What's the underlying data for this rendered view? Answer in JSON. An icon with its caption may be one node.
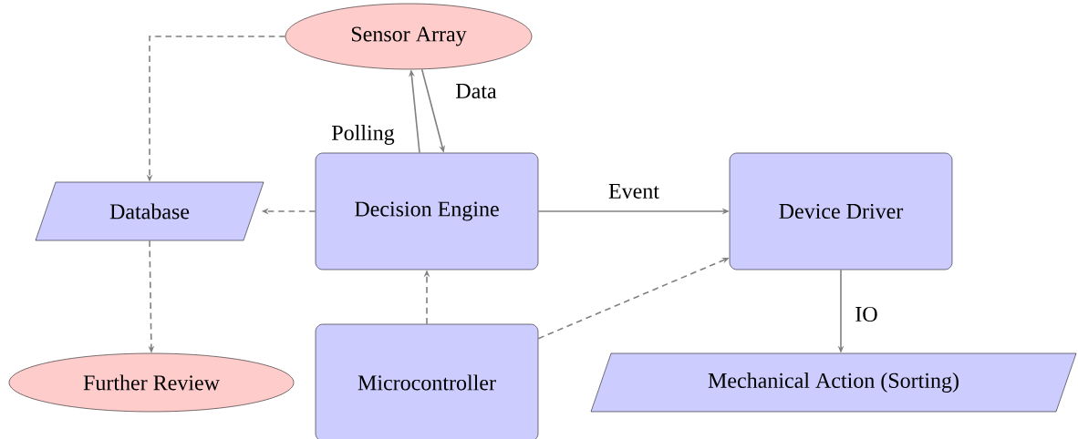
{
  "diagram": {
    "nodes": [
      {
        "text": [
          "Sensor Array"
        ]
      },
      {
        "text": [
          "Database"
        ]
      },
      {
        "text": [
          "Decision Engine"
        ]
      },
      {
        "text": [
          "Device Driver"
        ]
      },
      {
        "text": [
          "Further Review"
        ]
      },
      {
        "text": [
          "Microcontroller"
        ]
      },
      {
        "text": [
          "Mechanical Action (Sorting)"
        ]
      }
    ],
    "edges": [
      {
        "from": 0,
        "to": 1,
        "arrow": "to",
        "style": "dashed"
      },
      {
        "from": 2,
        "to": 0,
        "arrow": "to",
        "label": "Polling"
      },
      {
        "from": 0,
        "to": 2,
        "arrow": "to",
        "label": "Data"
      },
      {
        "from": 2,
        "to": 3,
        "arrow": "to",
        "label": "Event"
      },
      {
        "from": 2,
        "to": 1,
        "arrow": "to",
        "style": "dashed"
      },
      {
        "from": 1,
        "to": 4,
        "arrow": "to",
        "style": "dashed"
      },
      {
        "from": 5,
        "to": 2,
        "arrow": "to",
        "style": "dashed"
      },
      {
        "from": 5,
        "to": 3,
        "arrow": "to",
        "style": "dashed"
      },
      {
        "from": 3,
        "to": 6,
        "arrow": "to",
        "label": "IO"
      }
    ]
  }
}
